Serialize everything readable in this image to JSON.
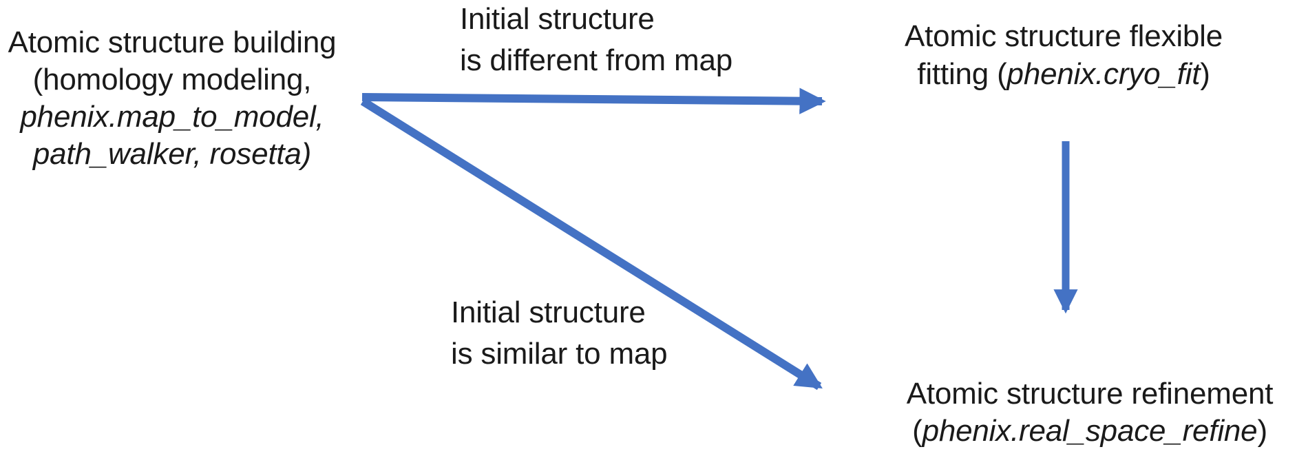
{
  "colors": {
    "arrow": "#4472C4",
    "text": "#1a1a1a",
    "background": "#ffffff"
  },
  "nodes": {
    "building": {
      "line1": "Atomic structure building",
      "line2": "(homology modeling,",
      "line3": "phenix.map_to_model,",
      "line4": "path_walker, rosetta)"
    },
    "fitting": {
      "line1": "Atomic structure flexible",
      "line2_pre": "fitting (",
      "line2_tool": "phenix.cryo_fit",
      "line2_post": ")"
    },
    "refinement": {
      "line1": "Atomic structure refinement",
      "line2_pre": "(",
      "line2_tool": "phenix.real_space_refine",
      "line2_post": ")"
    }
  },
  "edge_labels": {
    "different": {
      "line1": "Initial structure",
      "line2": "is different from map"
    },
    "similar": {
      "line1": "Initial structure",
      "line2": "is similar to map"
    }
  }
}
